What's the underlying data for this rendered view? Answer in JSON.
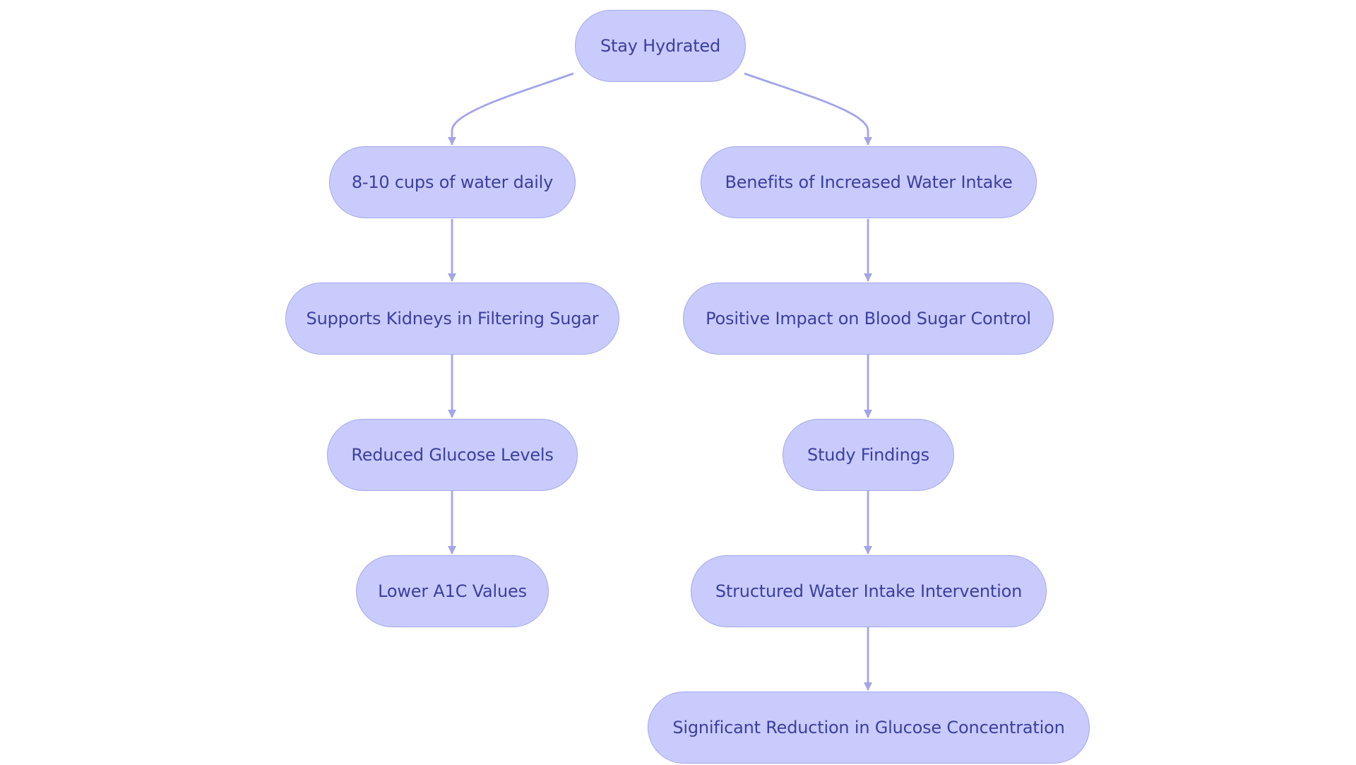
{
  "diagram": {
    "colors": {
      "node_fill": "#c9cbfd",
      "node_border": "#a5a8ec",
      "edge": "#a2a5ea",
      "text": "#3b3f9f"
    },
    "nodes": {
      "stay_hydrated": "Stay Hydrated",
      "cups_daily": "8-10 cups of water daily",
      "benefits": "Benefits of Increased Water Intake",
      "supports_kidneys": "Supports Kidneys in Filtering Sugar",
      "positive_impact": "Positive Impact on Blood Sugar Control",
      "reduced_glucose": "Reduced Glucose Levels",
      "study_findings": "Study Findings",
      "lower_a1c": "Lower A1C Values",
      "structured_intervention": "Structured Water Intake Intervention",
      "significant_reduction": "Significant Reduction in Glucose Concentration"
    },
    "edges": [
      [
        "stay_hydrated",
        "cups_daily"
      ],
      [
        "stay_hydrated",
        "benefits"
      ],
      [
        "cups_daily",
        "supports_kidneys"
      ],
      [
        "supports_kidneys",
        "reduced_glucose"
      ],
      [
        "reduced_glucose",
        "lower_a1c"
      ],
      [
        "benefits",
        "positive_impact"
      ],
      [
        "positive_impact",
        "study_findings"
      ],
      [
        "study_findings",
        "structured_intervention"
      ],
      [
        "structured_intervention",
        "significant_reduction"
      ]
    ]
  }
}
